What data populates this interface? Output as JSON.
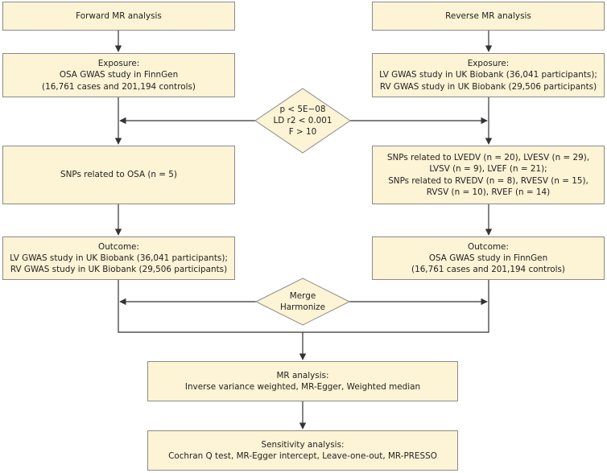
{
  "forward": {
    "title": "Forward MR analysis",
    "exposure": [
      "Exposure:",
      "OSA GWAS study in FinnGen",
      "(16,761 cases and 201,194 controls)"
    ],
    "snps": [
      "SNPs related to OSA (n = 5)"
    ],
    "outcome": [
      "Outcome:",
      "LV GWAS study in UK Biobank (36,041 participants);",
      "RV GWAS study in UK Biobank (29,506 participants)"
    ]
  },
  "reverse": {
    "title": "Reverse MR analysis",
    "exposure": [
      "Exposure:",
      "LV GWAS study in UK Biobank (36,041 participants);",
      "RV GWAS study in UK Biobank (29,506 participants)"
    ],
    "snps": [
      "SNPs related to LVEDV (n = 20), LVESV (n = 29),",
      "LVSV (n = 9), LVEF (n = 21);",
      "SNPs related to RVEDV (n = 8), RVESV (n = 15),",
      "RVSV (n = 10), RVEF (n = 14)"
    ],
    "outcome": [
      "Outcome:",
      "OSA GWAS study in FinnGen",
      "(16,761 cases and 201,194 controls)"
    ]
  },
  "criteria": [
    "p < 5E−08",
    "LD r2 < 0.001",
    "F > 10"
  ],
  "merge": [
    "Merge",
    "Harmonize"
  ],
  "mr_analysis": [
    "MR analysis:",
    "Inverse variance weighted, MR-Egger, Weighted median"
  ],
  "sensitivity": [
    "Sensitivity analysis:",
    "Cochran Q test, MR-Egger intercept, Leave-one-out, MR-PRESSO"
  ],
  "colors": {
    "box_fill": "#fdf3d5",
    "border": "#8a8a8a",
    "line": "#333333"
  }
}
